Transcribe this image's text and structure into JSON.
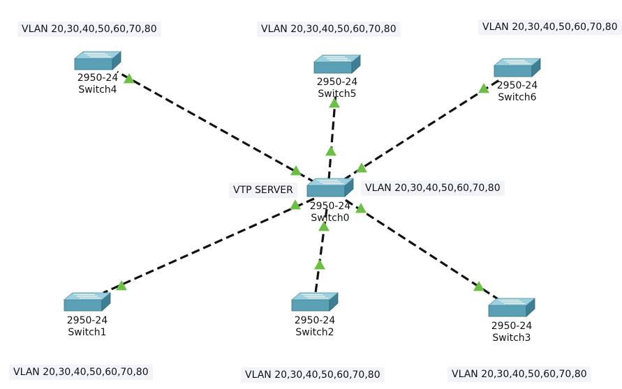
{
  "devices": [
    {
      "id": "switch0",
      "model": "2950-24",
      "name": "Switch0"
    },
    {
      "id": "switch1",
      "model": "2950-24",
      "name": "Switch1"
    },
    {
      "id": "switch2",
      "model": "2950-24",
      "name": "Switch2"
    },
    {
      "id": "switch3",
      "model": "2950-24",
      "name": "Switch3"
    },
    {
      "id": "switch4",
      "model": "2950-24",
      "name": "Switch4"
    },
    {
      "id": "switch5",
      "model": "2950-24",
      "name": "Switch5"
    },
    {
      "id": "switch6",
      "model": "2950-24",
      "name": "Switch6"
    }
  ],
  "links": [
    {
      "from": "switch0",
      "to": "switch4"
    },
    {
      "from": "switch0",
      "to": "switch5"
    },
    {
      "from": "switch0",
      "to": "switch6"
    },
    {
      "from": "switch0",
      "to": "switch1"
    },
    {
      "from": "switch0",
      "to": "switch2"
    },
    {
      "from": "switch0",
      "to": "switch3"
    }
  ],
  "notes": {
    "vtp_server": "VTP SERVER",
    "vlan_switch0": "VLAN 20,30,40,50,60,70,80",
    "vlan_switch4": "VLAN 20,30,40,50,60,70,80",
    "vlan_switch5": "VLAN 20,30,40,50,60,70,80",
    "vlan_switch6": "VLAN 20,30,40,50,60,70,80",
    "vlan_switch1": "VLAN 20,30,40,50,60,70,80",
    "vlan_switch2": "VLAN 20,30,40,50,60,70,80",
    "vlan_switch3": "VLAN 20,30,40,50,60,70,80"
  },
  "colors": {
    "link": "#111111",
    "port_indicator": "#6cbf45",
    "switch_top": "#9dd0de",
    "switch_front": "#5a9fb4",
    "switch_side": "#3e7f94"
  }
}
